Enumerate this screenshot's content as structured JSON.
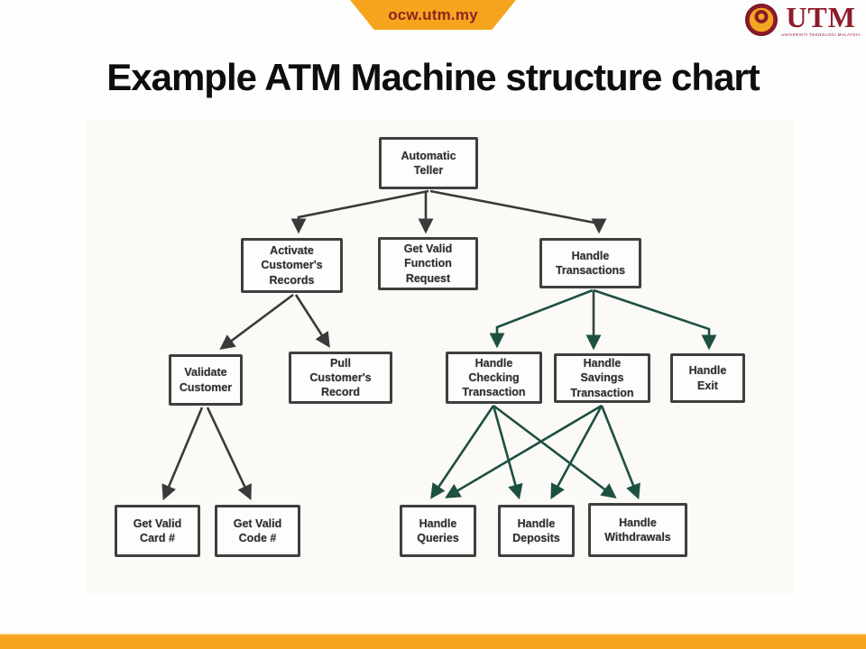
{
  "header": {
    "banner_text": "ocw.utm.my",
    "logo_text": "UTM",
    "logo_subtext": "UNIVERSITI TEKNOLOGI MALAYSIA"
  },
  "title": "Example ATM Machine structure chart",
  "colors": {
    "banner_orange": "#F6A41E",
    "maroon": "#8E1B2C",
    "edge_dark": "#3A3A3A",
    "edge_green": "#1D5040",
    "box_border": "#3F3F3F"
  },
  "diagram": {
    "type": "structure-chart",
    "nodes": [
      {
        "id": "automatic-teller",
        "label": "Automatic Teller"
      },
      {
        "id": "activate-customers-records",
        "label": "Activate Customer's Records"
      },
      {
        "id": "get-valid-function-request",
        "label": "Get Valid Function Request"
      },
      {
        "id": "handle-transactions",
        "label": "Handle Transactions"
      },
      {
        "id": "validate-customer",
        "label": "Validate Customer"
      },
      {
        "id": "pull-customers-record",
        "label": "Pull Customer's Record"
      },
      {
        "id": "handle-checking-transaction",
        "label": "Handle Checking Transaction"
      },
      {
        "id": "handle-savings-transaction",
        "label": "Handle Savings Transaction"
      },
      {
        "id": "handle-exit",
        "label": "Handle Exit"
      },
      {
        "id": "get-valid-card",
        "label": "Get Valid Card #"
      },
      {
        "id": "get-valid-code",
        "label": "Get Valid Code #"
      },
      {
        "id": "handle-queries",
        "label": "Handle Queries"
      },
      {
        "id": "handle-deposits",
        "label": "Handle Deposits"
      },
      {
        "id": "handle-withdrawals",
        "label": "Handle Withdrawals"
      }
    ],
    "edges": [
      {
        "from": "Automatic Teller",
        "to": "Activate Customer's Records",
        "color": "dark"
      },
      {
        "from": "Automatic Teller",
        "to": "Get Valid Function Request",
        "color": "dark"
      },
      {
        "from": "Automatic Teller",
        "to": "Handle Transactions",
        "color": "dark"
      },
      {
        "from": "Activate Customer's Records",
        "to": "Validate Customer",
        "color": "dark"
      },
      {
        "from": "Activate Customer's Records",
        "to": "Pull Customer's Record",
        "color": "dark"
      },
      {
        "from": "Handle Transactions",
        "to": "Handle Checking Transaction",
        "color": "green"
      },
      {
        "from": "Handle Transactions",
        "to": "Handle Savings Transaction",
        "color": "green"
      },
      {
        "from": "Handle Transactions",
        "to": "Handle Exit",
        "color": "green"
      },
      {
        "from": "Validate Customer",
        "to": "Get Valid Card #",
        "color": "dark"
      },
      {
        "from": "Validate Customer",
        "to": "Get Valid Code #",
        "color": "dark"
      },
      {
        "from": "Handle Checking Transaction",
        "to": "Handle Queries",
        "color": "green"
      },
      {
        "from": "Handle Checking Transaction",
        "to": "Handle Deposits",
        "color": "green"
      },
      {
        "from": "Handle Checking Transaction",
        "to": "Handle Withdrawals",
        "color": "green"
      },
      {
        "from": "Handle Savings Transaction",
        "to": "Handle Queries",
        "color": "green"
      },
      {
        "from": "Handle Savings Transaction",
        "to": "Handle Deposits",
        "color": "green"
      },
      {
        "from": "Handle Savings Transaction",
        "to": "Handle Withdrawals",
        "color": "green"
      }
    ]
  }
}
